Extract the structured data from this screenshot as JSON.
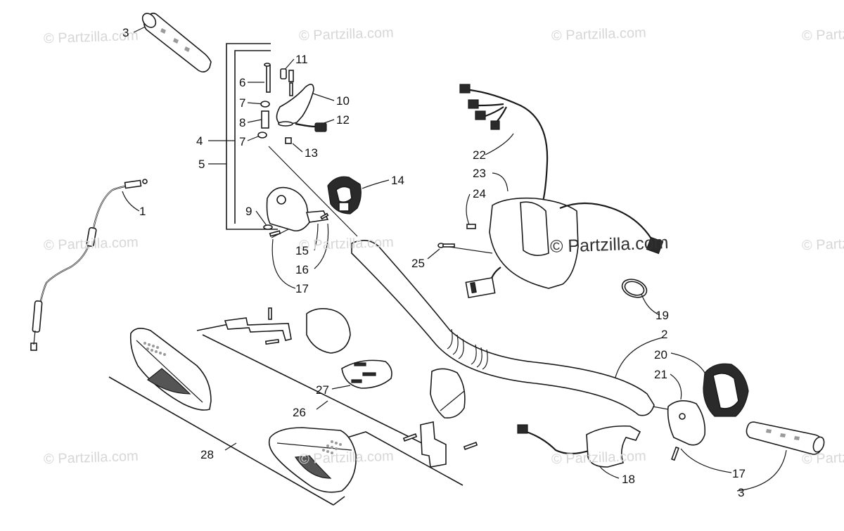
{
  "watermark": {
    "text": "© Partzilla.com",
    "feature_text": "© Partzilla.com"
  },
  "callouts": {
    "c1": "1",
    "c2": "2",
    "c3a": "3",
    "c3b": "3",
    "c4": "4",
    "c5": "5",
    "c6": "6",
    "c7a": "7",
    "c7b": "7",
    "c8": "8",
    "c9": "9",
    "c10": "10",
    "c11": "11",
    "c12": "12",
    "c13": "13",
    "c14": "14",
    "c15": "15",
    "c16": "16",
    "c17a": "17",
    "c17b": "17",
    "c18": "18",
    "c19": "19",
    "c20": "20",
    "c21": "21",
    "c22": "22",
    "c23": "23",
    "c24": "24",
    "c25": "25",
    "c26": "26",
    "c27": "27",
    "c28": "28"
  }
}
